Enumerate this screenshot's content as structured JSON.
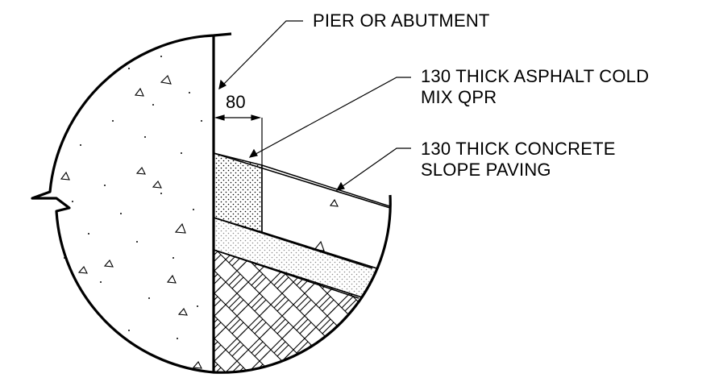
{
  "labels": {
    "pier": "PIER OR ABUTMENT",
    "asphalt_line1": "130 THICK ASPHALT COLD",
    "asphalt_line2": "MIX QPR",
    "concrete_line1": "130 THICK CONCRETE",
    "concrete_line2": "SLOPE PAVING"
  },
  "dimension": {
    "value": "80"
  },
  "colors": {
    "line": "#000000",
    "background": "#ffffff"
  }
}
